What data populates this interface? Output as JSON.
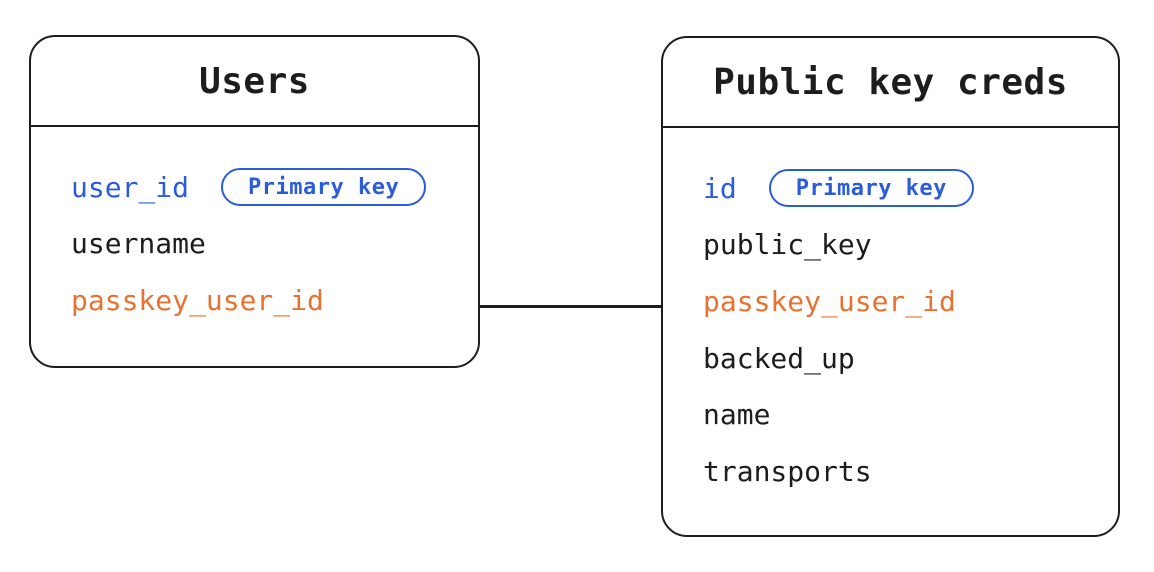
{
  "colors": {
    "ink": "#1d1d1d",
    "blue": "#2b5cd9",
    "orange": "#e8722f",
    "background": "#ffffff"
  },
  "tables": [
    {
      "title": "Users",
      "fields": [
        {
          "name": "user_id",
          "color": "blue",
          "badge": "Primary key"
        },
        {
          "name": "username",
          "color": "ink"
        },
        {
          "name": "passkey_user_id",
          "color": "orange"
        }
      ]
    },
    {
      "title": "Public key creds",
      "fields": [
        {
          "name": "id",
          "color": "blue",
          "badge": "Primary key"
        },
        {
          "name": "public_key",
          "color": "ink"
        },
        {
          "name": "passkey_user_id",
          "color": "orange"
        },
        {
          "name": "backed_up",
          "color": "ink"
        },
        {
          "name": "name",
          "color": "ink"
        },
        {
          "name": "transports",
          "color": "ink"
        }
      ]
    }
  ],
  "relationship": {
    "from_table": "Users",
    "from_field": "passkey_user_id",
    "to_table": "Public key creds",
    "to_field": "passkey_user_id"
  }
}
